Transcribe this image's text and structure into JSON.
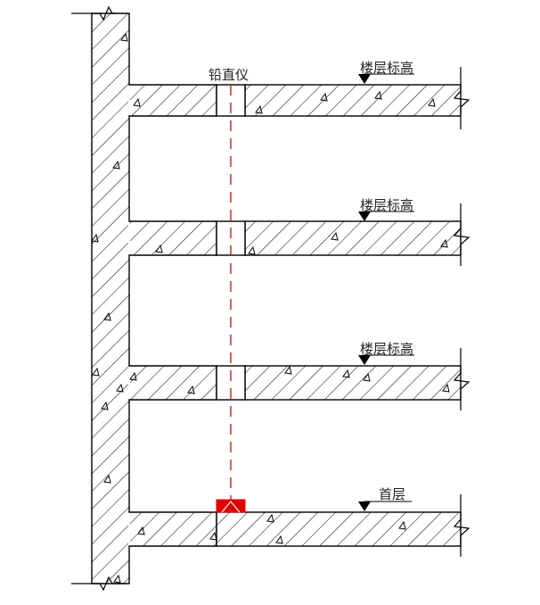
{
  "labels": {
    "plumb_instrument": "铅直仪",
    "floor_elevation": "楼层标高",
    "ground_floor": "首层"
  },
  "colors": {
    "line": "#000000",
    "plumb_line": "#e00000",
    "instrument": "#e00000",
    "background": "#ffffff"
  },
  "floors": [
    {
      "name": "floor-4",
      "label_key": "floor_elevation",
      "has_opening": true
    },
    {
      "name": "floor-3",
      "label_key": "floor_elevation",
      "has_opening": true
    },
    {
      "name": "floor-2",
      "label_key": "floor_elevation",
      "has_opening": true
    },
    {
      "name": "floor-1",
      "label_key": "ground_floor",
      "has_opening": false
    }
  ]
}
